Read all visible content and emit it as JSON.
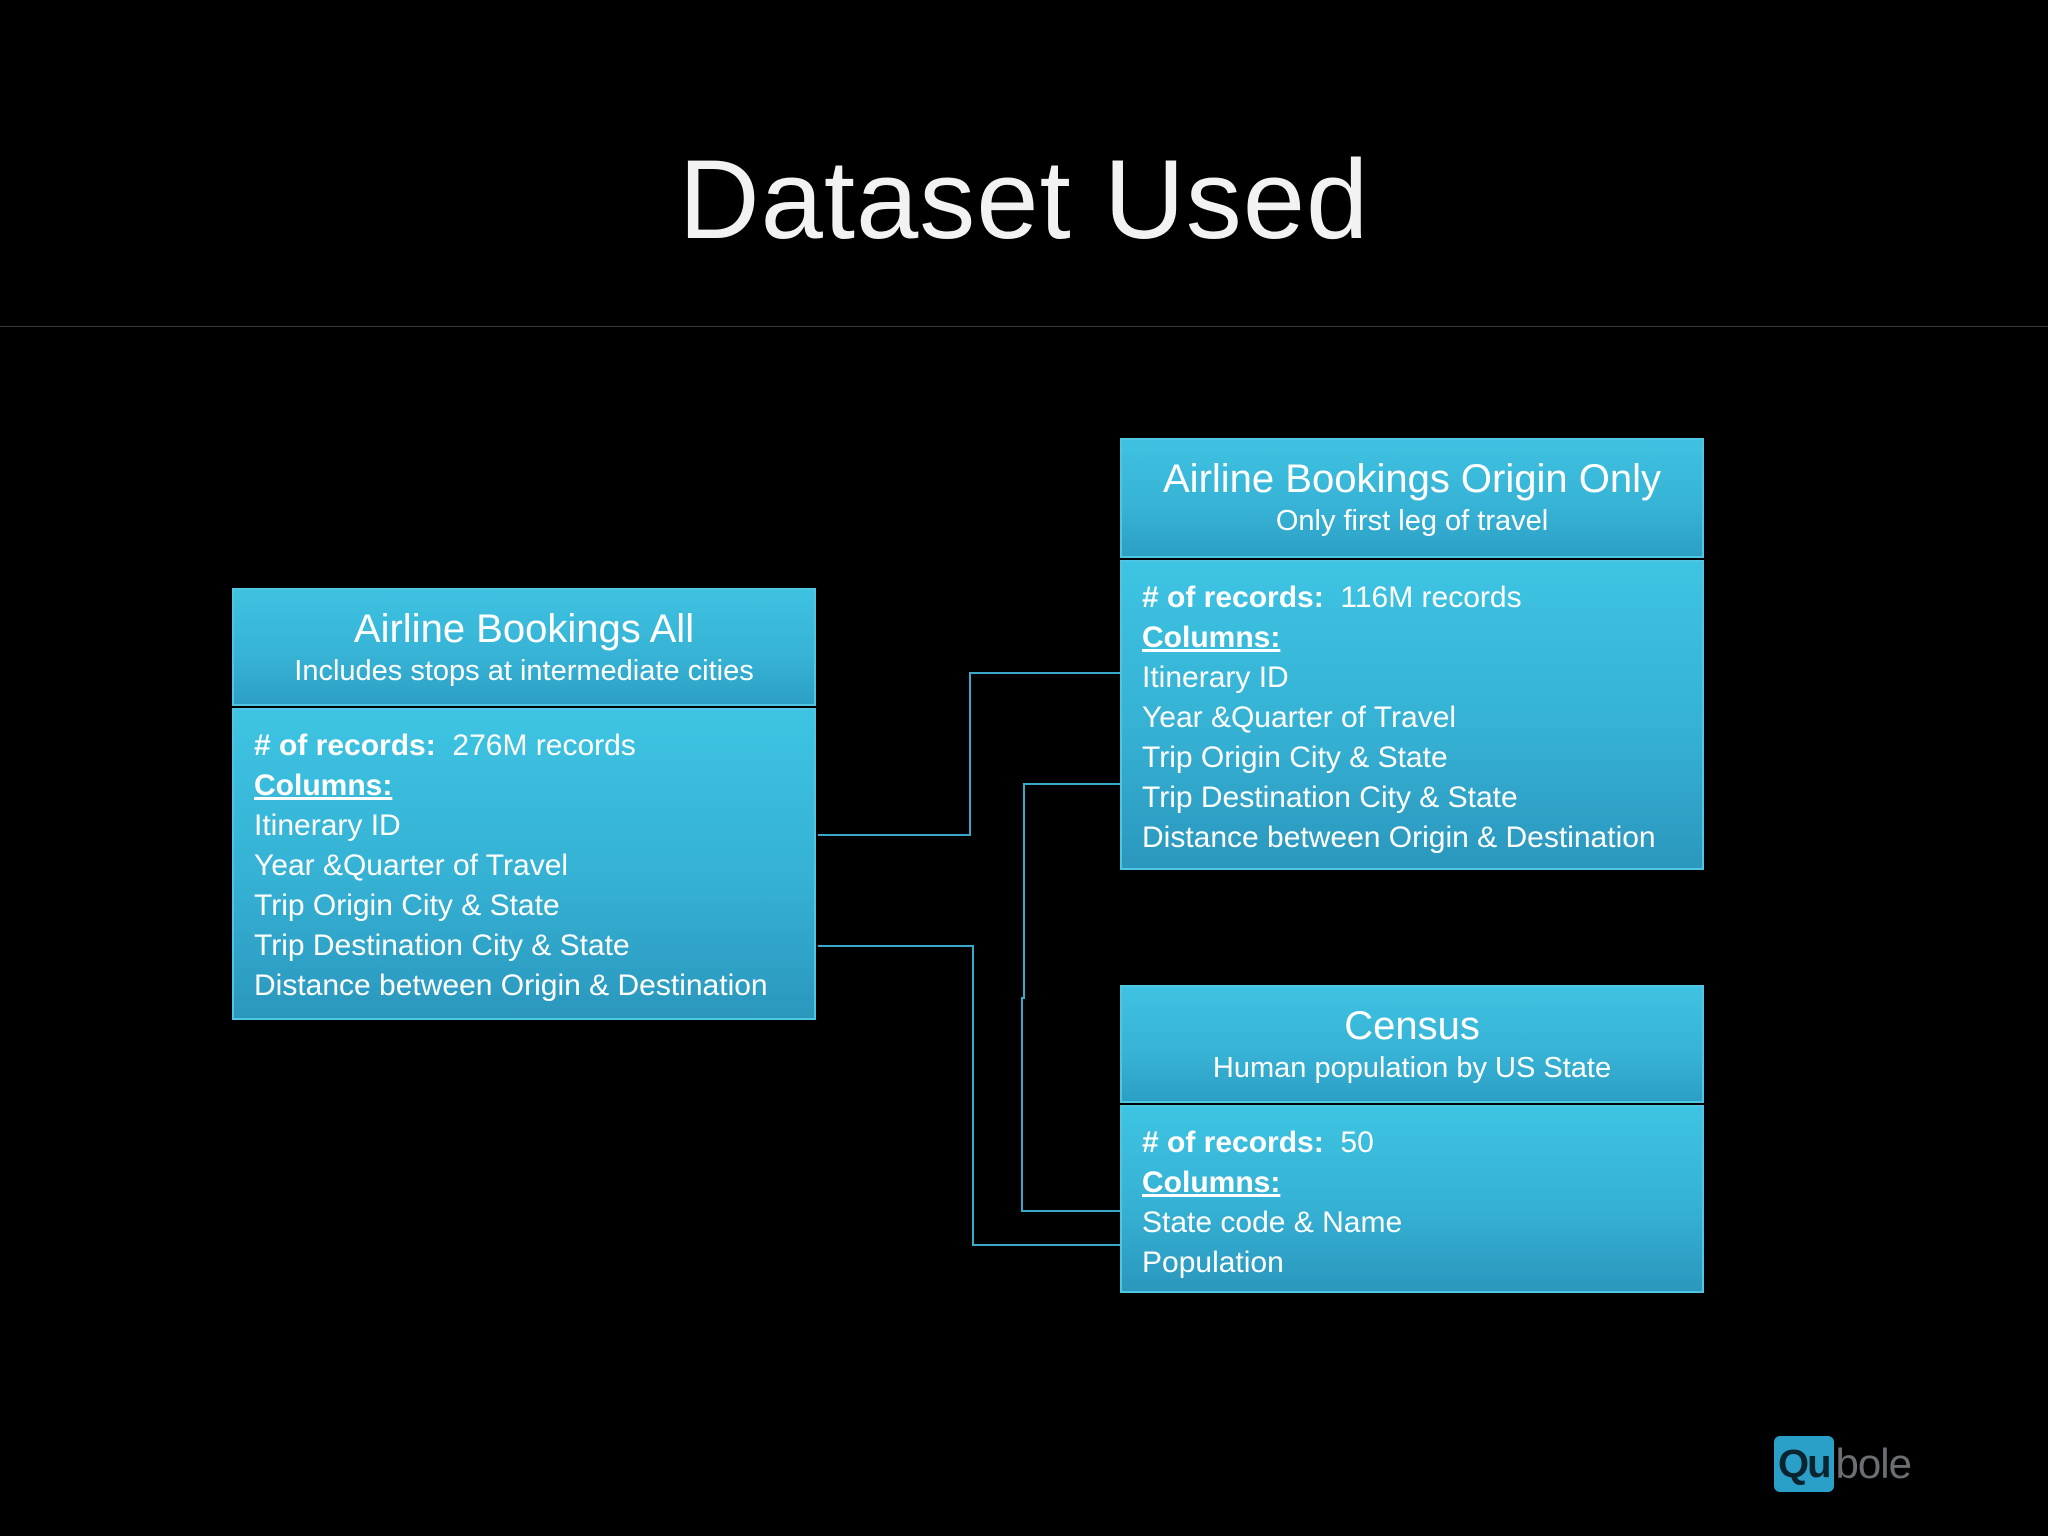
{
  "slide": {
    "title": "Dataset Used"
  },
  "boxes": {
    "all": {
      "title": "Airline Bookings All",
      "subtitle": "Includes stops at intermediate cities",
      "records_label": "# of records:",
      "records_value": "276M records",
      "columns_label": "Columns:",
      "columns": [
        "Itinerary ID",
        "Year &Quarter of Travel",
        "Trip Origin City & State",
        "Trip Destination City & State",
        "Distance between Origin & Destination"
      ]
    },
    "origin": {
      "title": "Airline Bookings Origin Only",
      "subtitle": "Only first leg of travel",
      "records_label": "# of records:",
      "records_value": "116M records",
      "columns_label": "Columns:",
      "columns": [
        "Itinerary ID",
        "Year &Quarter of Travel",
        "Trip Origin City & State",
        "Trip Destination City & State",
        "Distance between Origin & Destination"
      ]
    },
    "census": {
      "title": "Census",
      "subtitle": "Human population by US State",
      "records_label": "# of records:",
      "records_value": "50",
      "columns_label": "Columns:",
      "columns": [
        "State code & Name",
        "Population"
      ]
    }
  },
  "colors": {
    "box_fill": "#36b2d5",
    "box_border": "#4fc6e4",
    "connector": "#3aa9c9",
    "background": "#000000"
  },
  "logo": {
    "mark": "Qu",
    "text": "bole"
  }
}
